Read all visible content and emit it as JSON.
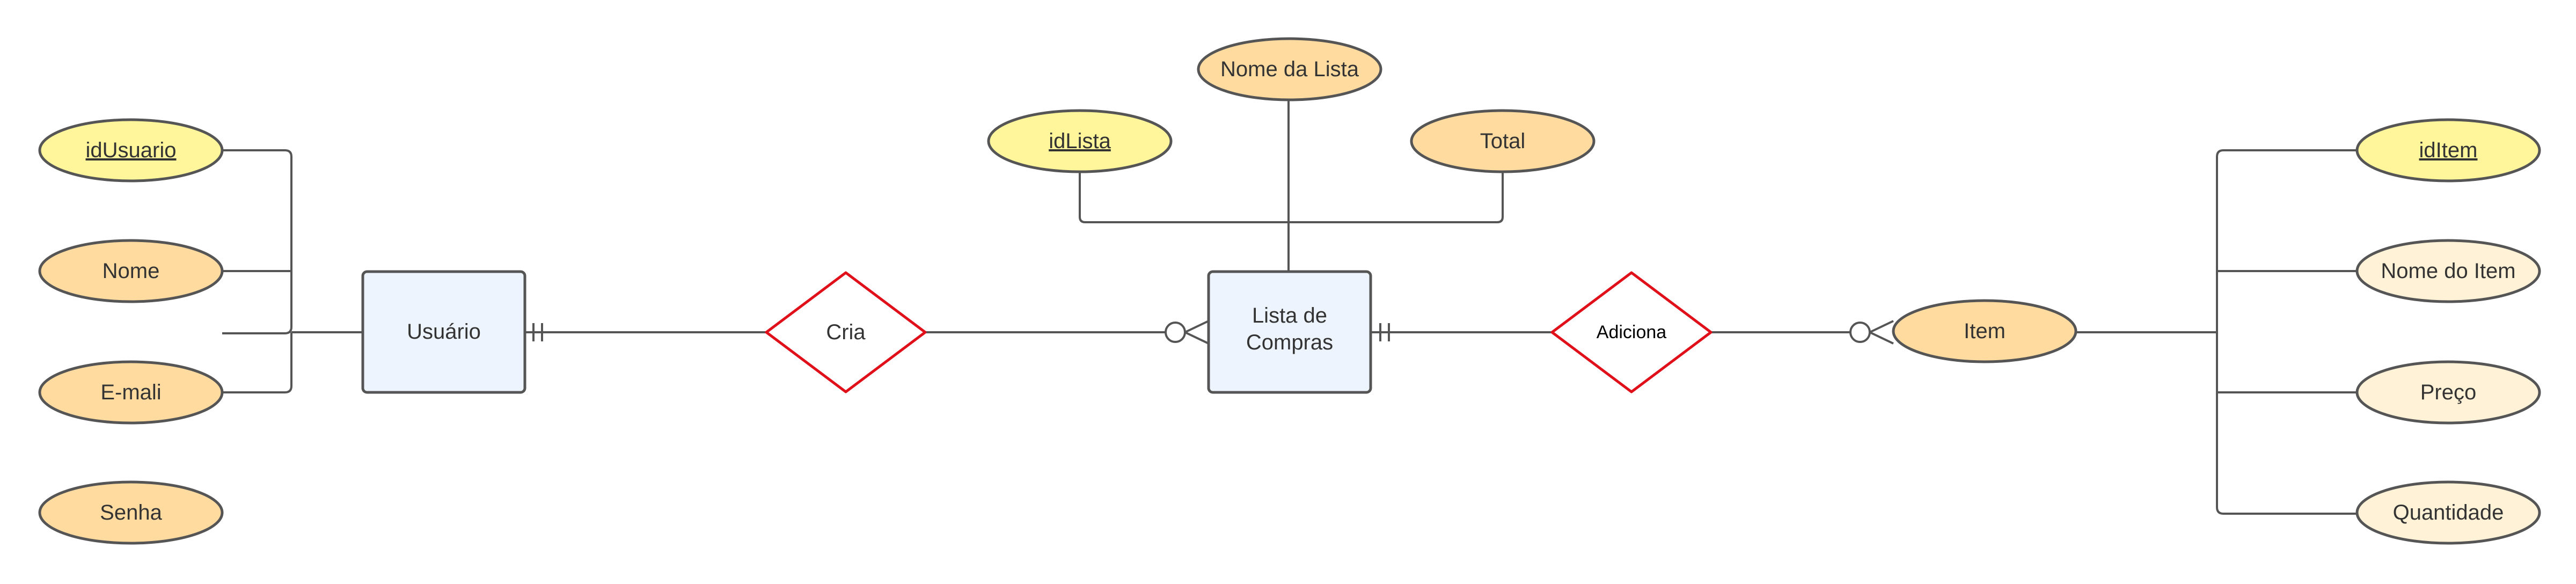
{
  "colors": {
    "key_attribute": "#fff59a",
    "attribute": "#ffdba0",
    "light_attribute": "#fff2d6",
    "entity": "#edf4fd",
    "relationship_stroke": "#e0101a",
    "line": "#555555"
  },
  "entities": {
    "usuario": "Usuário",
    "lista_line1": "Lista de",
    "lista_line2": "Compras"
  },
  "relationships": {
    "cria": "Cria",
    "adiciona": "Adiciona"
  },
  "attributes": {
    "idusuario": "idUsuario",
    "nome": "Nome",
    "email": "E-mali",
    "senha": "Senha",
    "idlista": "idLista",
    "nome_da_lista": "Nome da Lista",
    "total": "Total",
    "item": "Item",
    "iditem": "idItem",
    "nome_do_item": "Nome do Item",
    "preco": "Preço",
    "quantidade": "Quantidade"
  }
}
